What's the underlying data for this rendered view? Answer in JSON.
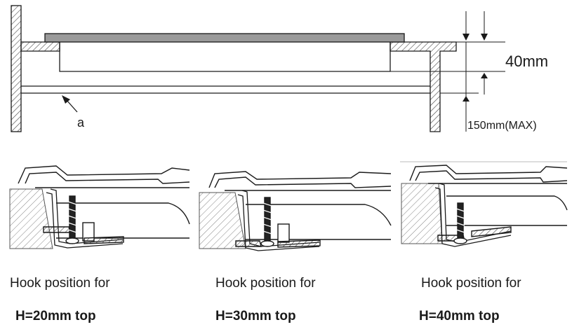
{
  "top_diagram": {
    "label_a": "a",
    "dim_40": "40mm",
    "dim_150": "150mm(MAX)"
  },
  "panels": [
    {
      "caption": "Hook position for",
      "height_label": "H=20mm top"
    },
    {
      "caption": "Hook position for",
      "height_label": "H=30mm top"
    },
    {
      "caption": "Hook position for",
      "height_label": "H=40mm top"
    }
  ],
  "colors": {
    "line": "#1a1a1a",
    "hatch": "#444444",
    "glass": "#9a9a9a",
    "background": "#ffffff"
  }
}
